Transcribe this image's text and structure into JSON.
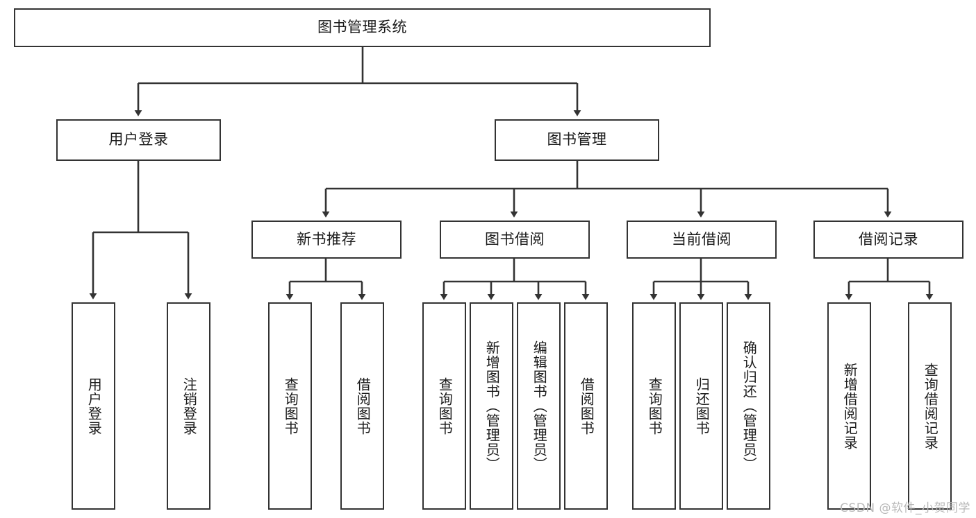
{
  "diagram": {
    "title": "图书管理系统",
    "type": "tree",
    "watermark": "CSDN @软件_小贺同学",
    "colors": {
      "box_border": "#333333",
      "box_fill": "#ffffff",
      "edge": "#333333",
      "text": "#1a1a1a",
      "watermark": "#b9b9b9",
      "background": "#ffffff"
    },
    "root": {
      "label": "图书管理系统"
    },
    "level2": [
      {
        "id": "user-login",
        "label": "用户登录"
      },
      {
        "id": "book-manage",
        "label": "图书管理"
      }
    ],
    "level3": [
      {
        "id": "new-book-recommend",
        "label": "新书推荐"
      },
      {
        "id": "book-borrow",
        "label": "图书借阅"
      },
      {
        "id": "current-borrow",
        "label": "当前借阅"
      },
      {
        "id": "borrow-record",
        "label": "借阅记录"
      }
    ],
    "leaves": {
      "user_login": [
        {
          "id": "leaf-user-login",
          "label": "用户登录"
        },
        {
          "id": "leaf-logout-login",
          "label": "注销登录"
        }
      ],
      "new_book_recommend": [
        {
          "id": "leaf-query-book-1",
          "label": "查询图书"
        },
        {
          "id": "leaf-borrow-book-1",
          "label": "借阅图书"
        }
      ],
      "book_borrow": [
        {
          "id": "leaf-query-book-2",
          "label": "查询图书"
        },
        {
          "id": "leaf-add-book",
          "label": "新增图书（管理员）"
        },
        {
          "id": "leaf-edit-book",
          "label": "编辑图书（管理员）"
        },
        {
          "id": "leaf-borrow-book-2",
          "label": "借阅图书"
        }
      ],
      "current_borrow": [
        {
          "id": "leaf-query-book-3",
          "label": "查询图书"
        },
        {
          "id": "leaf-return-book",
          "label": "归还图书"
        },
        {
          "id": "leaf-confirm-return",
          "label": "确认归还（管理员）"
        }
      ],
      "borrow_record": [
        {
          "id": "leaf-add-record",
          "label": "新增借阅记录"
        },
        {
          "id": "leaf-query-record",
          "label": "查询借阅记录"
        }
      ]
    }
  }
}
